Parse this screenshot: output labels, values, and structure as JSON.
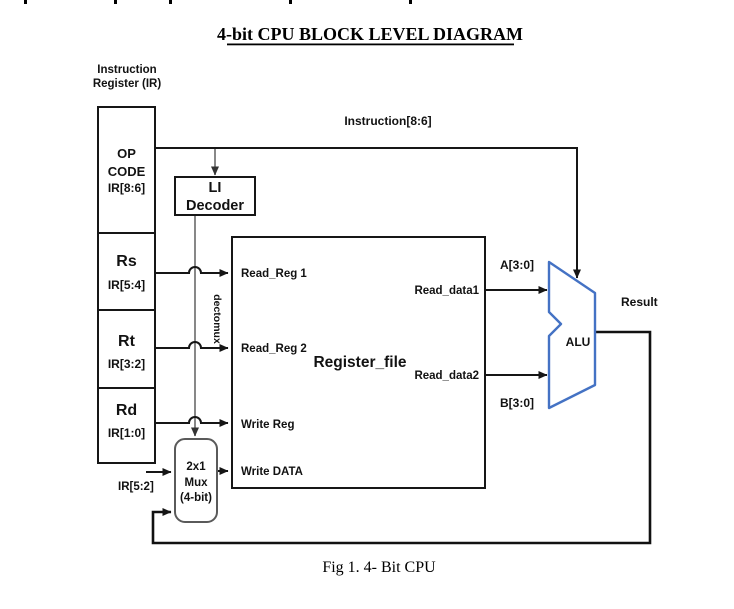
{
  "page": {
    "title": "4-bit CPU BLOCK LEVEL DIAGRAM",
    "caption": "Fig 1. 4- Bit CPU"
  },
  "colors": {
    "alu_stroke": "#4472C4",
    "line": "#161616",
    "decoder_wire_gray": "#7a7a7a"
  },
  "instruction_register": {
    "heading_line1": "Instruction",
    "heading_line2": "Register (IR)",
    "fields": [
      {
        "name_line1": "OP",
        "name_line2": "CODE",
        "bits": "IR[8:6]"
      },
      {
        "name": "Rs",
        "bits": "IR[5:4]"
      },
      {
        "name": "Rt",
        "bits": "IR[3:2]"
      },
      {
        "name": "Rd",
        "bits": "IR[1:0]"
      }
    ]
  },
  "decoder": {
    "label_line1": "LI",
    "label_line2": "Decoder",
    "output_signal": "dectomux"
  },
  "register_file": {
    "title": "Register_file",
    "inputs": [
      "Read_Reg 1",
      "Read_Reg 2",
      "Write Reg",
      "Write DATA"
    ],
    "outputs": [
      "Read_data1",
      "Read_data2"
    ]
  },
  "alu": {
    "label": "ALU"
  },
  "mux": {
    "label_line1": "2x1",
    "label_line2": "Mux",
    "label_line3": "(4-bit)",
    "select_input": "IR[5:2]"
  },
  "buses": {
    "instruction": "Instruction[8:6]",
    "a": "A[3:0]",
    "b": "B[3:0]",
    "result": "Result"
  }
}
